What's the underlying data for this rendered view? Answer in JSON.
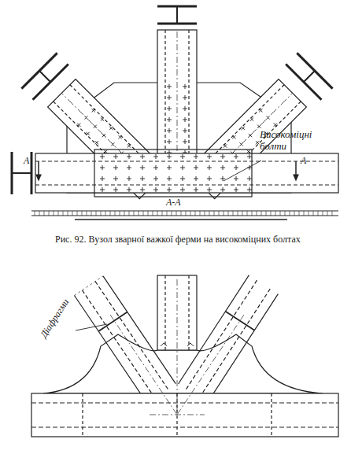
{
  "diagram": {
    "caption": "Рис. 92. Вузол зварної важкої ферми на високоміцних болтах",
    "labels": [
      "Високоміцні болти",
      "А",
      "А",
      "А-А",
      "Діафрагми"
    ]
  }
}
